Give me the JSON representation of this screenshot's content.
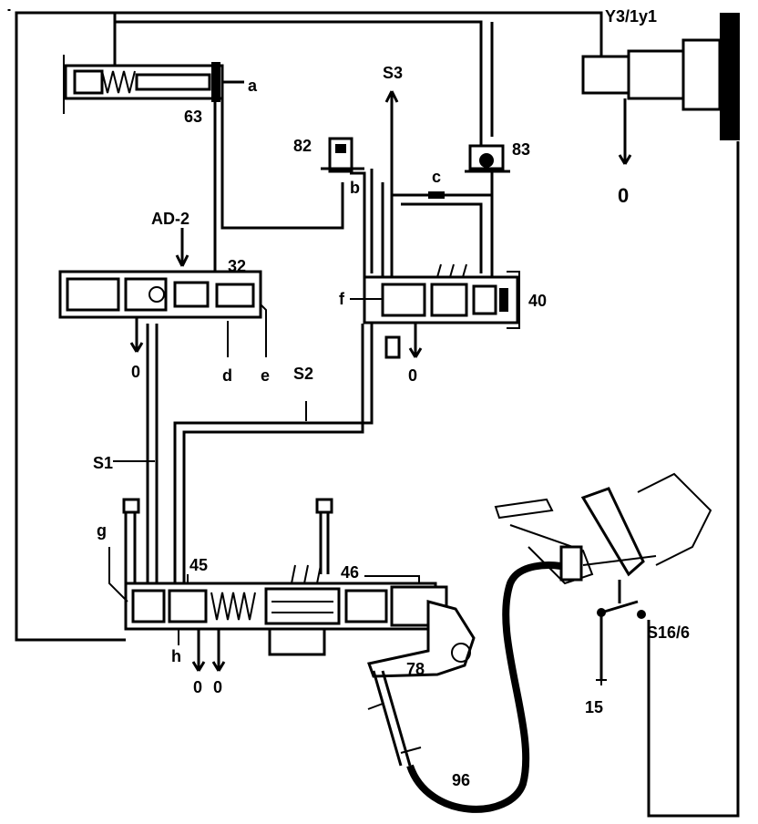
{
  "labels": {
    "y3_1y1": "Y3/1y1",
    "a": "a",
    "n63": "63",
    "s3": "S3",
    "n82": "82",
    "n83": "83",
    "b": "b",
    "c": "c",
    "zero_top": "0",
    "ad2": "AD-2",
    "n32": "32",
    "f": "f",
    "n40": "40",
    "zero_mid_left": "0",
    "d": "d",
    "e": "e",
    "zero_mid_right": "0",
    "s2": "S2",
    "s1": "S1",
    "g": "g",
    "n45": "45",
    "n46": "46",
    "h": "h",
    "zero_bot_1": "0",
    "zero_bot_2": "0",
    "n78": "78",
    "s16_6": "S16/6",
    "n15": "15",
    "n96": "96"
  }
}
